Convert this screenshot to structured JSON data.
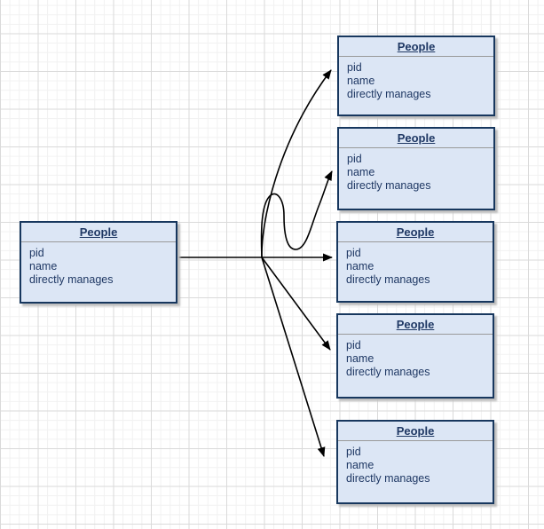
{
  "diagram": {
    "entities": [
      {
        "id": "left",
        "title": "People",
        "attributes": [
          "pid",
          "name",
          "directly manages"
        ]
      },
      {
        "id": "right-1",
        "title": "People",
        "attributes": [
          "pid",
          "name",
          "directly manages"
        ]
      },
      {
        "id": "right-2",
        "title": "People",
        "attributes": [
          "pid",
          "name",
          "directly manages"
        ]
      },
      {
        "id": "right-3",
        "title": "People",
        "attributes": [
          "pid",
          "name",
          "directly manages"
        ]
      },
      {
        "id": "right-4",
        "title": "People",
        "attributes": [
          "pid",
          "name",
          "directly manages"
        ]
      },
      {
        "id": "right-5",
        "title": "People",
        "attributes": [
          "pid",
          "name",
          "directly manages"
        ]
      }
    ],
    "edges": [
      {
        "from": "left",
        "to": "right-1",
        "style": "curved"
      },
      {
        "from": "left",
        "to": "right-2",
        "style": "s-curve"
      },
      {
        "from": "left",
        "to": "right-3",
        "style": "straight-horizontal"
      },
      {
        "from": "left",
        "to": "right-4",
        "style": "straight"
      },
      {
        "from": "left",
        "to": "right-5",
        "style": "straight"
      }
    ]
  },
  "colors": {
    "node_fill": "#dce6f5",
    "node_border": "#17375e",
    "node_text": "#1f3864",
    "header_separator": "#999999",
    "edge": "#000000",
    "shadow": "#bdbdbd",
    "grid_minor": "#f1f1f1",
    "grid_major": "#dadada",
    "background": "#ffffff"
  }
}
